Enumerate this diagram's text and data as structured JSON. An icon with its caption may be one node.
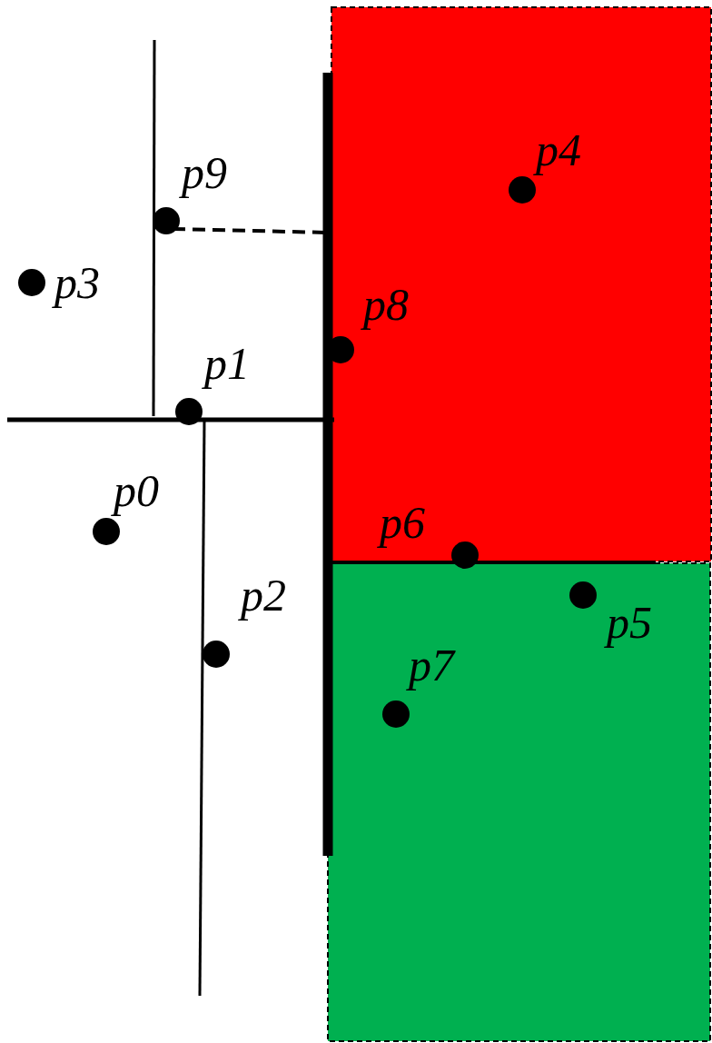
{
  "diagram": {
    "labels": [
      "p4",
      "p9",
      "p3",
      "p8",
      "p1",
      "p0",
      "p6",
      "p2",
      "p5",
      "p7"
    ]
  }
}
